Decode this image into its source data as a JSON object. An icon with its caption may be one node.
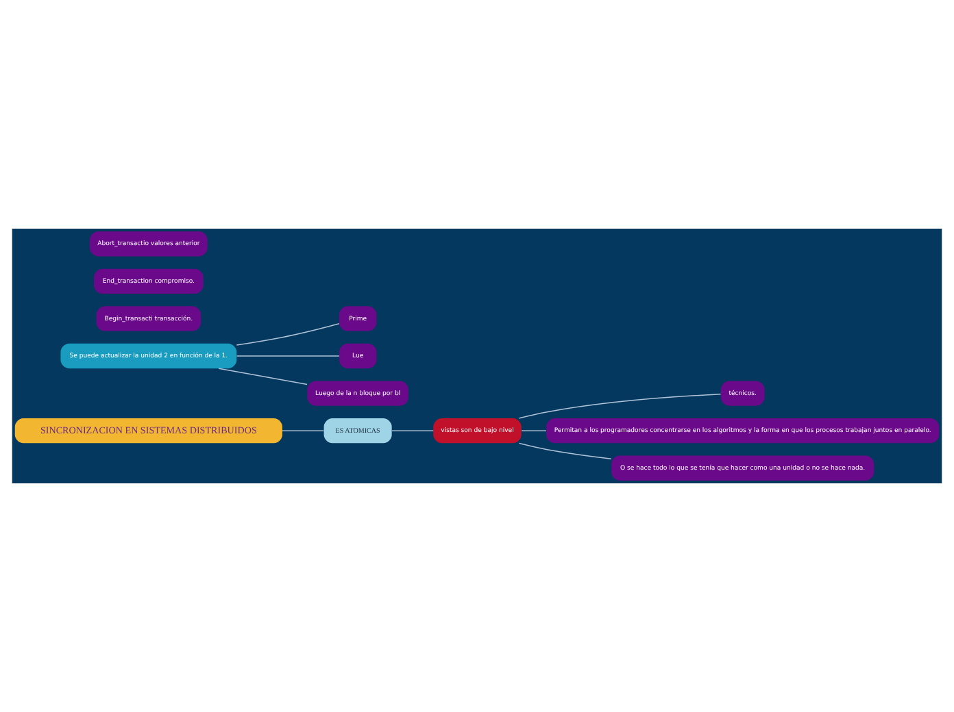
{
  "diagram": {
    "nodes": [
      {
        "text": [
          "SINCRONIZACION EN SISTEMAS DISTRIBUIDOS"
        ]
      },
      {
        "text": [
          "ES ATOMICAS"
        ]
      },
      {
        "text": [
          "vistas son de bajo nivel"
        ]
      },
      {
        "text": [
          "técnicos."
        ]
      },
      {
        "text": [
          "Permitan a los programadores concentrarse en los algoritmos y la forma en que los procesos trabajan juntos en paralelo."
        ]
      },
      {
        "text": [
          "O se hace todo lo que se tenía que hacer como una unidad o no se hace nada."
        ]
      },
      {
        "text": [
          "Se puede actualizar la unidad 2 en función de la 1."
        ]
      },
      {
        "text": [
          "Prime"
        ]
      },
      {
        "text": [
          "Lue"
        ]
      },
      {
        "text": [
          "Luego de la n bloque por bl"
        ]
      },
      {
        "text": [
          "Begin_transacti transacción."
        ]
      },
      {
        "text": [
          "End_transaction compromiso."
        ]
      },
      {
        "text": [
          "Abort_transactio valores anterior"
        ]
      }
    ],
    "edges": [
      {
        "from": 0,
        "to": 1,
        "arrow": "none"
      },
      {
        "from": 1,
        "to": 2,
        "arrow": "none"
      },
      {
        "from": 2,
        "to": 3,
        "arrow": "none"
      },
      {
        "from": 2,
        "to": 4,
        "arrow": "none"
      },
      {
        "from": 2,
        "to": 5,
        "arrow": "none"
      },
      {
        "from": 6,
        "to": 7,
        "arrow": "none"
      },
      {
        "from": 6,
        "to": 8,
        "arrow": "none"
      },
      {
        "from": 6,
        "to": 9,
        "arrow": "none"
      }
    ]
  }
}
